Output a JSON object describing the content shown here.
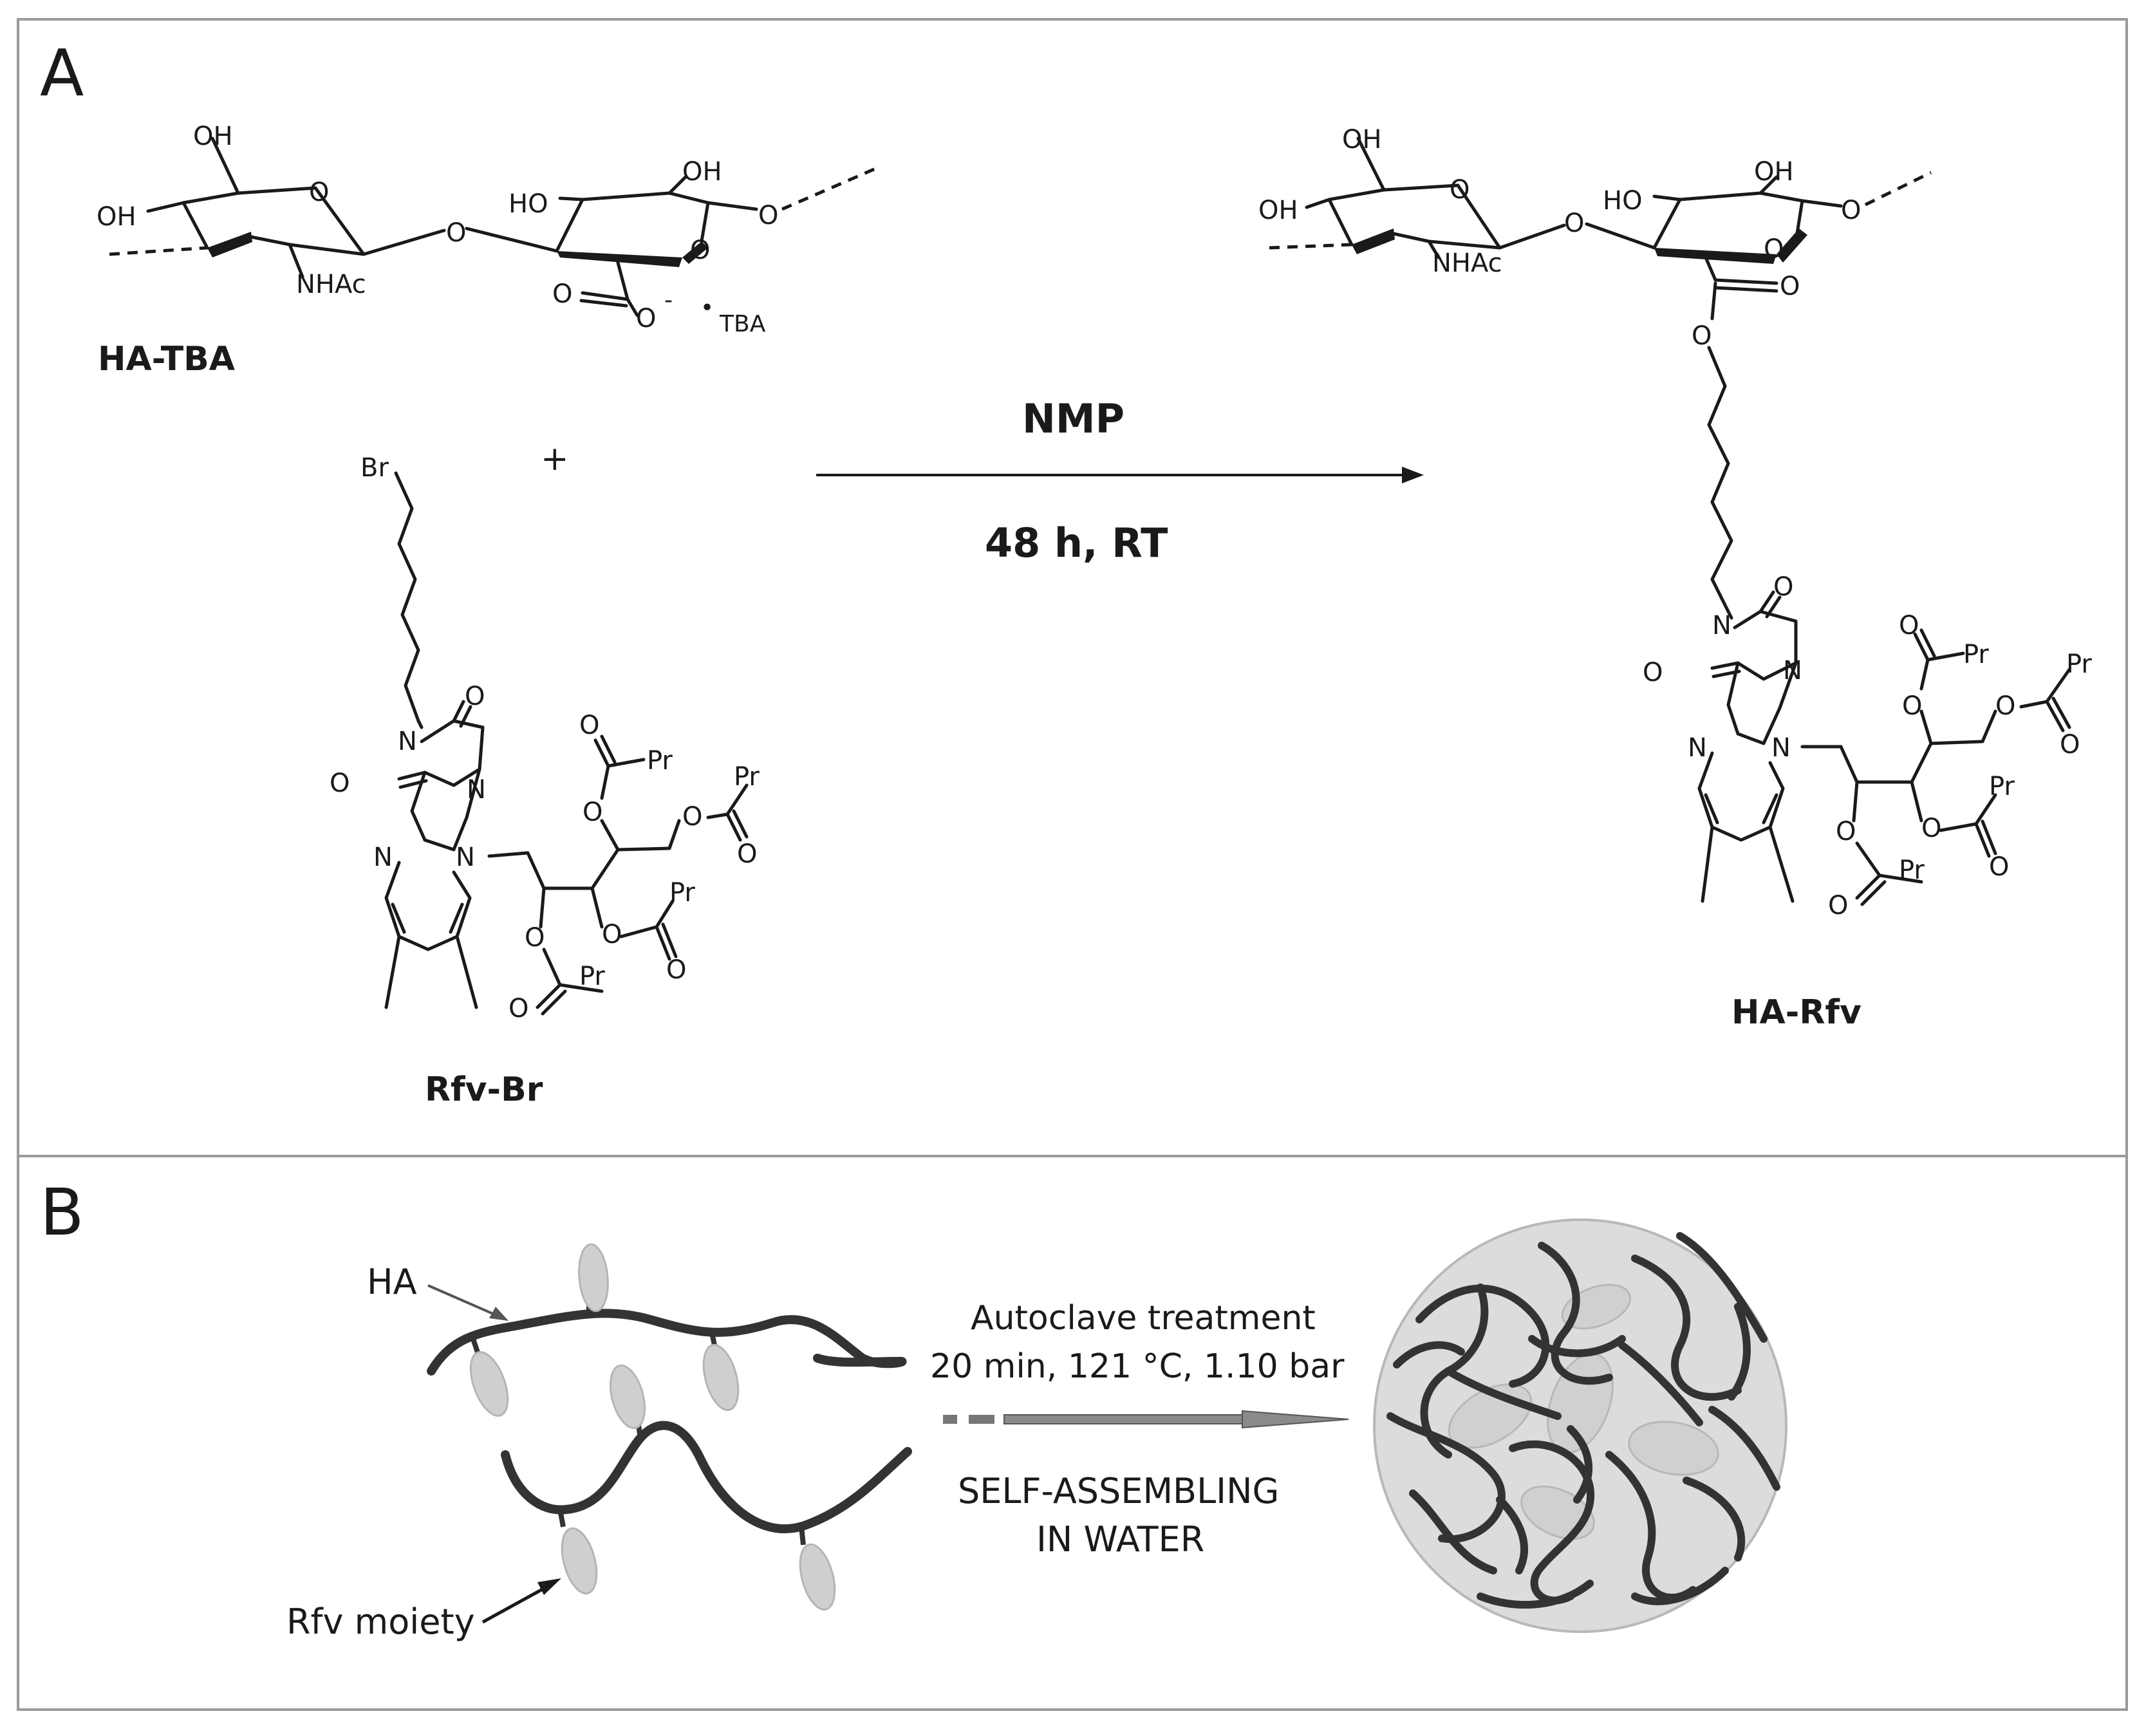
{
  "panel_a": {
    "label": "A",
    "reactant1": {
      "name": "HA-TBA",
      "atoms": {
        "oh_top": "OH",
        "oh_left": "OH",
        "ring_o": "O",
        "nhac": "NHAc",
        "glyco_o": "O",
        "ho": "HO",
        "oh_right": "OH",
        "ring_o2": "O",
        "chain_o": "O",
        "carbonyl_o": "O",
        "carboxylate_o": "O",
        "minus": "-",
        "plus_dot": "•",
        "tba": "TBA"
      }
    },
    "plus": "+",
    "reactant2": {
      "name": "Rfv-Br",
      "atoms": {
        "br": "Br",
        "n3": "N",
        "o2": "O",
        "o4": "O",
        "n1": "N",
        "n5": "N",
        "n10": "N",
        "ester_o1": "O",
        "ester_o2": "O",
        "ester_o3": "O",
        "ester_o4": "O",
        "carbonyl1": "O",
        "carbonyl2": "O",
        "carbonyl3": "O",
        "carbonyl4": "O",
        "pr1": "Pr",
        "pr2": "Pr",
        "pr3": "Pr",
        "pr4": "Pr"
      }
    },
    "conditions": {
      "reagent": "NMP",
      "time_temp": "48 h, RT"
    },
    "product": {
      "name": "HA-Rfv",
      "atoms": {
        "oh_top": "OH",
        "oh_left": "OH",
        "ring_o": "O",
        "nhac": "NHAc",
        "glyco_o": "O",
        "ho": "HO",
        "oh_right": "OH",
        "ring_o2": "O",
        "chain_o": "O",
        "carbonyl_o": "O",
        "ester_o": "O",
        "n3": "N",
        "o2": "O",
        "o4": "O",
        "n1": "N",
        "n5": "N",
        "n10": "N",
        "ester_o1": "O",
        "ester_o2": "O",
        "ester_o3": "O",
        "ester_o4": "O",
        "carbonyl1": "O",
        "carbonyl2": "O",
        "carbonyl3": "O",
        "carbonyl4": "O",
        "pr1": "Pr",
        "pr2": "Pr",
        "pr3": "Pr",
        "pr4": "Pr"
      }
    }
  },
  "panel_b": {
    "label": "B",
    "ha_label": "HA",
    "rfv_label": "Rfv moiety",
    "treatment_line1": "Autoclave treatment",
    "treatment_line2": "20 min, 121 °C, 1.10 bar",
    "process_line1": "SELF-ASSEMBLING",
    "process_line2": "IN WATER"
  },
  "colors": {
    "border": "#9a9a9a",
    "ink": "#1a1a1a",
    "chain": "#333333",
    "pendant": "#cfcfcf",
    "nanoparticle": "#dcdcdc",
    "arrow_fill": "#888888"
  }
}
